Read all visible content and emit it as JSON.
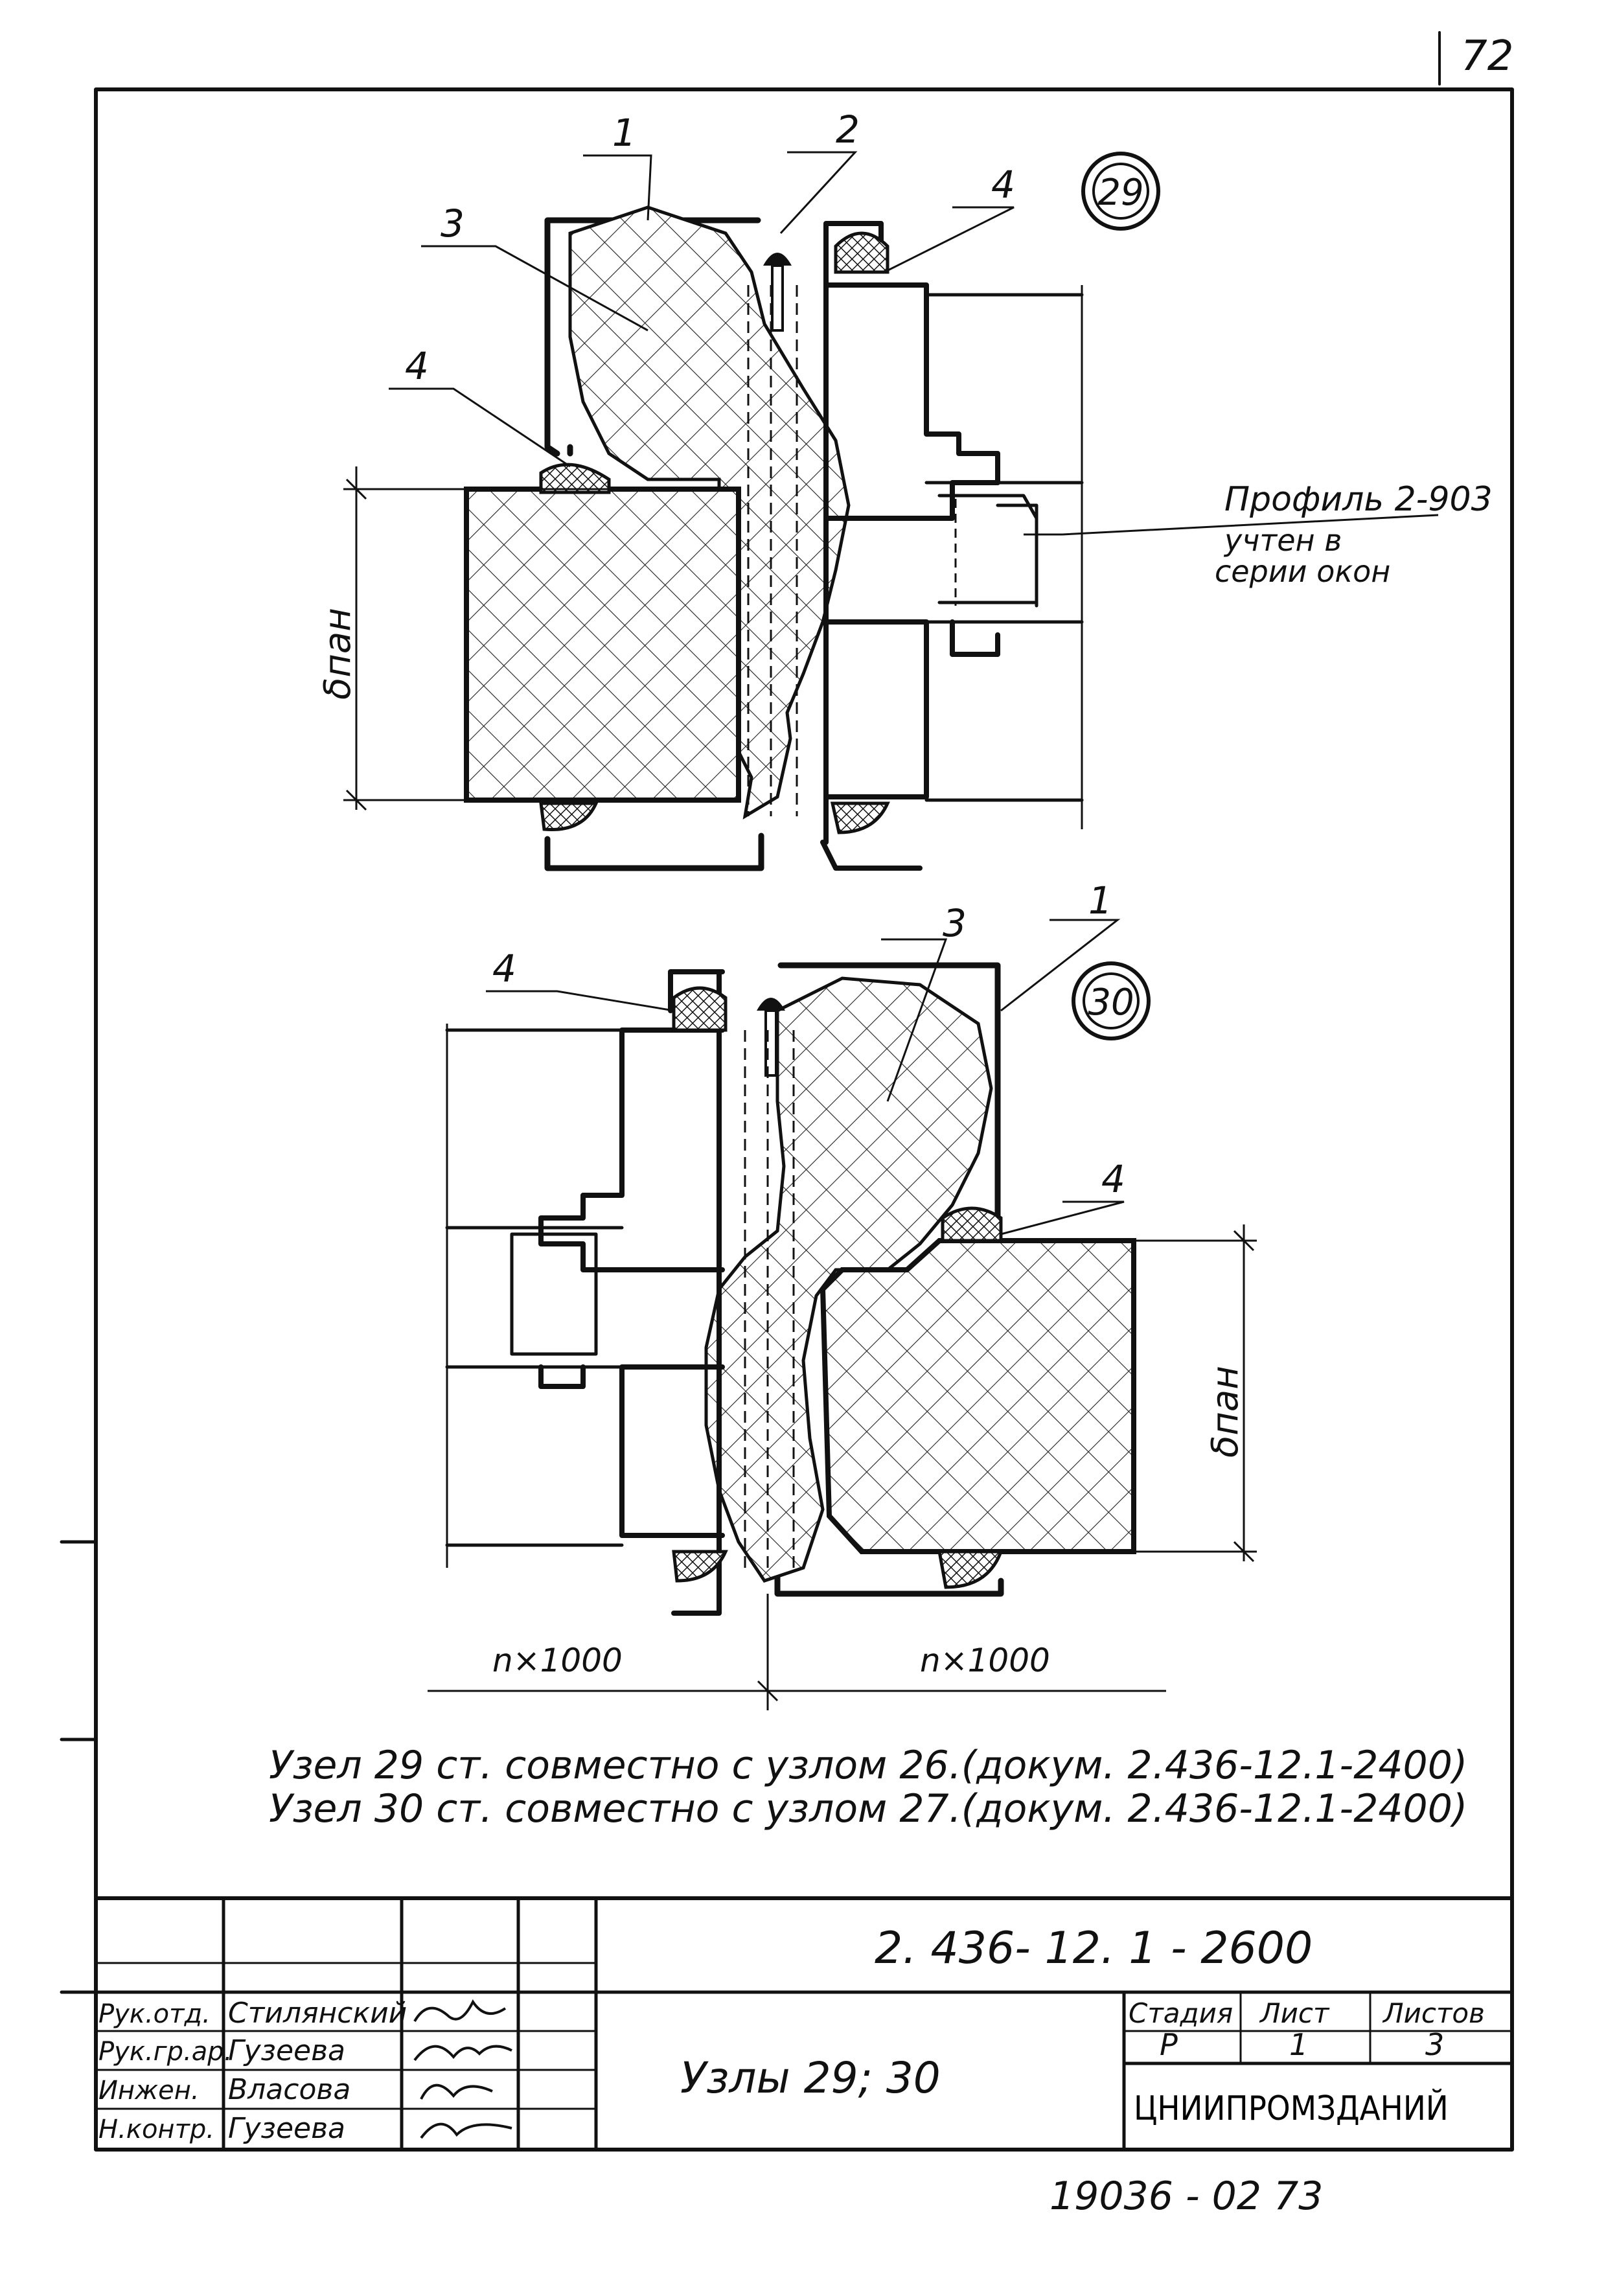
{
  "sheet": {
    "page_number": "72",
    "bottom_stamp": "19036 - 02   73"
  },
  "details": {
    "node29": {
      "marker": "29",
      "callouts": [
        "1",
        "2",
        "3",
        "4",
        "4"
      ],
      "dimension_label": "δпан",
      "profile_note": [
        "Профиль 2-903",
        "учтен в",
        "серии окон"
      ]
    },
    "node30": {
      "marker": "30",
      "callouts": [
        "3",
        "1",
        "4",
        "4"
      ],
      "dimension_label": "δпан",
      "width_labels": [
        "n×1000",
        "n×1000"
      ]
    }
  },
  "notes": [
    "Узел  29 ст.  совместно  с  узлом  26.(докум. 2.436-12.1-2400)",
    "Узел   30 ст.  совместно с  узлом  27.(докум. 2.436-12.1-2400)"
  ],
  "title_block": {
    "doc_code": "2. 436- 12. 1 - 2600",
    "title": "Узлы 29; 30",
    "roles": [
      {
        "role": "Рук.отд.",
        "name": "Стилянский"
      },
      {
        "role": "Рук.гр.ар.",
        "name": "Гузеева"
      },
      {
        "role": "Инжен.",
        "name": "Власова"
      },
      {
        "role": "Н.контр.",
        "name": "Гузеева"
      }
    ],
    "stage_header": "Стадия",
    "sheet_header": "Лист",
    "sheets_header": "Листов",
    "stage": "Р",
    "sheet": "1",
    "sheets": "3",
    "organization": "ЦНИИПРОМЗДАНИЙ"
  }
}
